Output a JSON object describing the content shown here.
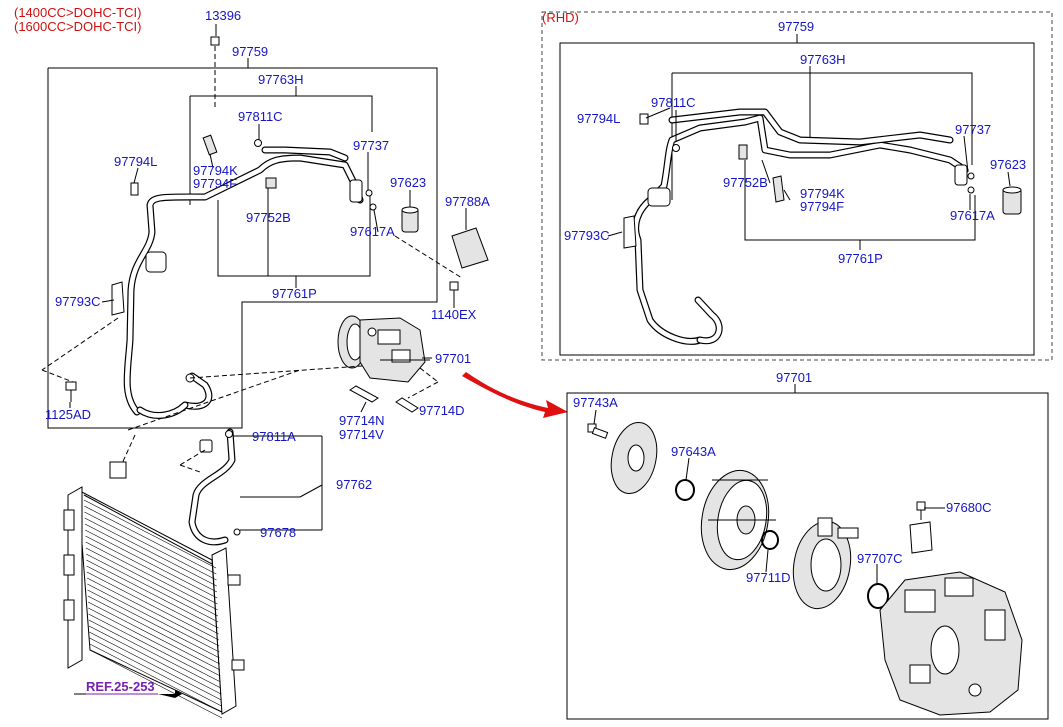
{
  "engine_notes": [
    "(1400CC>DOHC-TCI)",
    "(1600CC>DOHC-TCI)"
  ],
  "rhd_label": "(RHD)",
  "ref_label": "REF.25-253",
  "main_labels": {
    "p13396": "13396",
    "p97759": "97759",
    "p97763H": "97763H",
    "p97811C": "97811C",
    "p97737": "97737",
    "p97794L": "97794L",
    "p97794K": "97794K",
    "p97794F": "97794F",
    "p97623": "97623",
    "p97788A": "97788A",
    "p97752B": "97752B",
    "p97617A": "97617A",
    "p97793C": "97793C",
    "p97761P": "97761P",
    "p1140EX": "1140EX",
    "p97701": "97701",
    "p1125AD": "1125AD",
    "p97714N": "97714N",
    "p97714V": "97714V",
    "p97714D": "97714D",
    "p97811A": "97811A",
    "p97762": "97762",
    "p97678": "97678"
  },
  "rhd_labels": {
    "p97759": "97759",
    "p97763H": "97763H",
    "p97794L": "97794L",
    "p97811C": "97811C",
    "p97737": "97737",
    "p97623": "97623",
    "p97752B": "97752B",
    "p97794K": "97794K",
    "p97794F": "97794F",
    "p97793C": "97793C",
    "p97617A": "97617A",
    "p97761P": "97761P"
  },
  "detail_labels": {
    "p97701": "97701",
    "p97743A": "97743A",
    "p97643A": "97643A",
    "p97680C": "97680C",
    "p97711D": "97711D",
    "p97707C": "97707C"
  },
  "colors": {
    "label": "#1515c8",
    "note": "#d01010",
    "ref": "#7a1fb0",
    "arrow": "#e01010"
  }
}
